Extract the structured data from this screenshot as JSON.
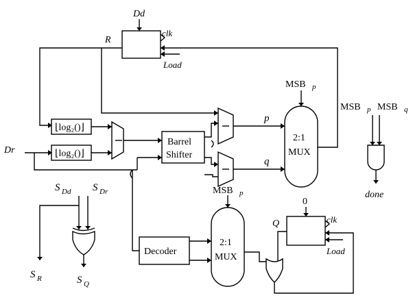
{
  "signals": {
    "dd": "Dd",
    "dr": "Dr",
    "r": "R",
    "p": "p",
    "q": "q",
    "q_upper": "Q",
    "clk_top": "clk",
    "load_top": "Load",
    "clk_bottom": "clk",
    "load_bottom": "Load",
    "zero": "0",
    "done": "done"
  },
  "blocks": {
    "log2_top": "⌊log₂()⌋",
    "log2_bottom": "⌊log₂()⌋",
    "barrel_line1": "Barrel",
    "barrel_line2": "Shifter",
    "decoder": "Decoder",
    "mux_top_line1": "2:1",
    "mux_top_line2": "MUX",
    "mux_bottom_line1": "2:1",
    "mux_bottom_line2": "MUX"
  },
  "msb": {
    "main": "MSB",
    "sub_p": "p",
    "sub_q": "q"
  },
  "status": {
    "s": "S",
    "s_dd_sub": "Dd",
    "s_dr_sub": "Dr",
    "s_r_sub": "R",
    "s_q_sub": "Q"
  }
}
